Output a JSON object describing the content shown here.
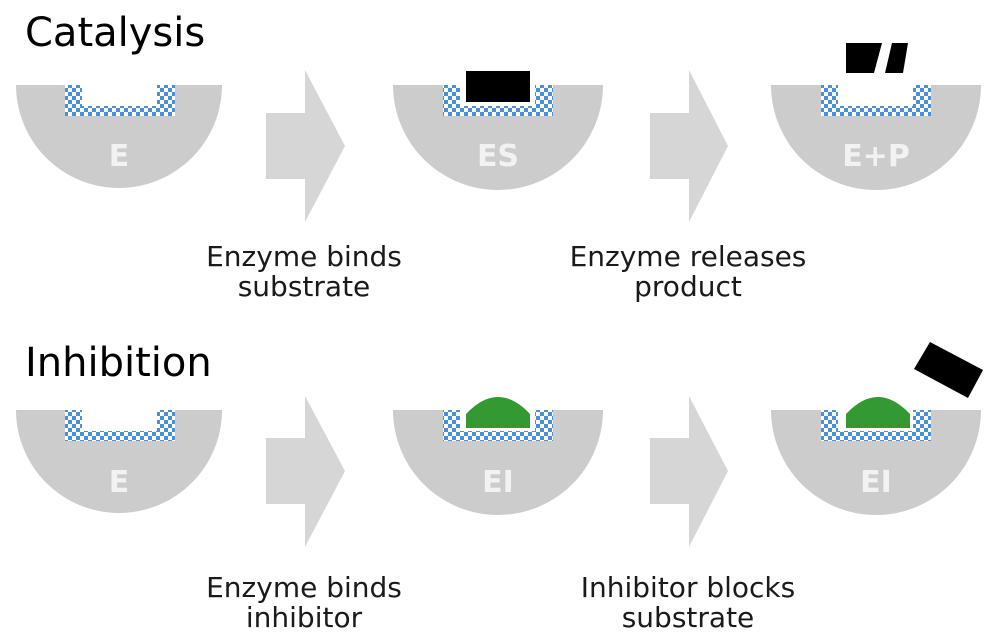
{
  "sections": {
    "catalysis": {
      "title": "Catalysis",
      "states": [
        "E",
        "ES",
        "E+P"
      ],
      "captions": [
        [
          "Enzyme binds",
          "substrate"
        ],
        [
          "Enzyme releases",
          "product"
        ]
      ]
    },
    "inhibition": {
      "title": "Inhibition",
      "states": [
        "E",
        "EI",
        "EI"
      ],
      "captions": [
        [
          "Enzyme binds",
          "inhibitor"
        ],
        [
          "Inhibitor blocks",
          "substrate"
        ]
      ]
    }
  },
  "colors": {
    "enzyme": "#cccccc",
    "active_site_pattern_a": "#4a90d9",
    "active_site_pattern_b": "#ffffff",
    "arrow": "#d6d6d6",
    "substrate": "#000000",
    "inhibitor": "#339933",
    "label": "#f2f2f2"
  }
}
